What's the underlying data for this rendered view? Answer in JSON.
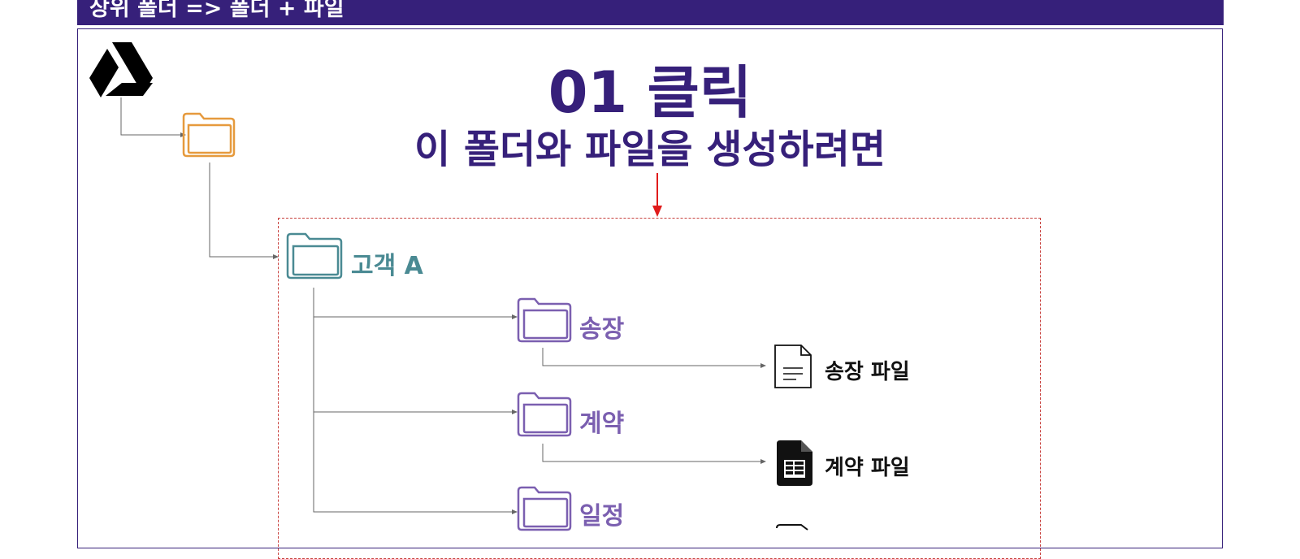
{
  "header": {
    "title": "상위 폴더 => 폴더 + 파일"
  },
  "main": {
    "title": "01 클릭",
    "subtitle": "이 폴더와 파일을 생성하려면"
  },
  "tree": {
    "root_folder": {
      "icon": "folder-icon",
      "color": "#e69a3d"
    },
    "customer_folder": {
      "label": "고객 A",
      "color": "#4a8a93"
    },
    "subfolders": [
      {
        "label": "송장",
        "color": "#7b5fb0"
      },
      {
        "label": "계약",
        "color": "#7b5fb0"
      },
      {
        "label": "일정",
        "color": "#7b5fb0"
      }
    ],
    "files": [
      {
        "label": "송장 파일",
        "icon": "document-outline-icon"
      },
      {
        "label": "계약 파일",
        "icon": "spreadsheet-file-icon"
      }
    ]
  },
  "colors": {
    "brand": "#36207a",
    "arrow_red": "#e01b1b",
    "dashed": "#c8413e"
  }
}
